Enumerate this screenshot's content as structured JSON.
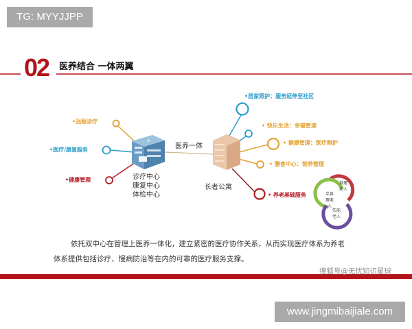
{
  "watermark_top": "TG: MYYJJPP",
  "header": {
    "number": "02",
    "title": "医养结合 一体两翼"
  },
  "left_hub": {
    "lines": [
      "诊疗中心",
      "康复中心",
      "体检中心"
    ],
    "services": [
      {
        "label": "•远程诊疗",
        "color": "#e0a030"
      },
      {
        "label": "•医疗/康复服务",
        "color": "#2a9bc9"
      },
      {
        "label": "•健康管理",
        "color": "#b31b22"
      }
    ]
  },
  "connector_label": "医养一体",
  "right_hub": {
    "label": "长者公寓",
    "services": [
      {
        "label": "•居家照护：服务延伸至社区",
        "color": "#2a9bc9"
      },
      {
        "label": "• 快乐生活：幸福管理",
        "color": "#e0a030"
      },
      {
        "label": "• 健康管理：医疗照护",
        "color": "#e0a030"
      },
      {
        "label": "• 膳食中心：营养管理",
        "color": "#e0a030"
      },
      {
        "label": "• 养老基础服务",
        "color": "#b31b22"
      }
    ]
  },
  "cycle": [
    {
      "label": "自理老人",
      "color": "#c0393f"
    },
    {
      "label": "半自理老人",
      "color": "#8cbf4a"
    },
    {
      "label": "失能老人",
      "color": "#6a4fa0"
    }
  ],
  "paragraph": {
    "line1": "依托双中心在管理上医养一体化，建立紧密的医疗协作关系，从而实现医疗体系为养老",
    "line2": "体系提供包括诊疗、慢病防治等在内的可靠的医疗服务支撑。"
  },
  "source_watermark": "搜狐号@无忧知识星球",
  "watermark_bottom": "www.jingmibaijiale.com",
  "accent_color": "#b3141b"
}
